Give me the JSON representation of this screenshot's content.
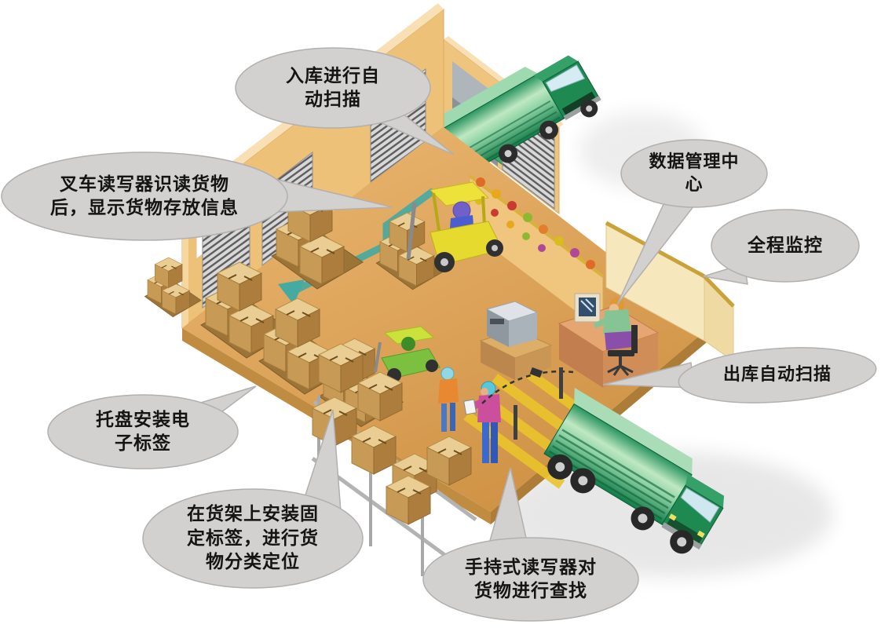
{
  "callouts": {
    "inbound_scan": "入库进行自\n动扫描",
    "forklift_reader": "叉车读写器识读货物\n后，显示货物存放信息",
    "data_center": "数据管理中\n心",
    "monitoring": "全程监控",
    "outbound_scan": "出库自动扫描",
    "pallet_tag": "托盘安装电\n子标签",
    "shelf_tag": "在货架上安装固\n定标签，进行货\n物分类定位",
    "handheld_reader": "手持式读写器对\n货物进行查找"
  },
  "colors": {
    "bubble_fill": "#d3d1cf",
    "bubble_border": "#b2b0ae",
    "callout_text": "#141414",
    "floor": "#dca455",
    "floor_edge": "#bf8b41",
    "wall": "#eec179",
    "wall_trim": "#f8e0b4",
    "shutter_light": "#d8d8d8",
    "shutter_dark": "#5f5f5f",
    "truck_green_dark": "#0f7a47",
    "truck_green_light": "#b9e9c6",
    "forklift_yellow": "#e6da2e",
    "forklift_green": "#7cc040",
    "box_gold": "#c79a55",
    "path_teal": "#44aaa2",
    "stripe_yellow": "#eac42c",
    "office_wall": "#f7e7bd",
    "gold_trim": "#caa23a"
  }
}
